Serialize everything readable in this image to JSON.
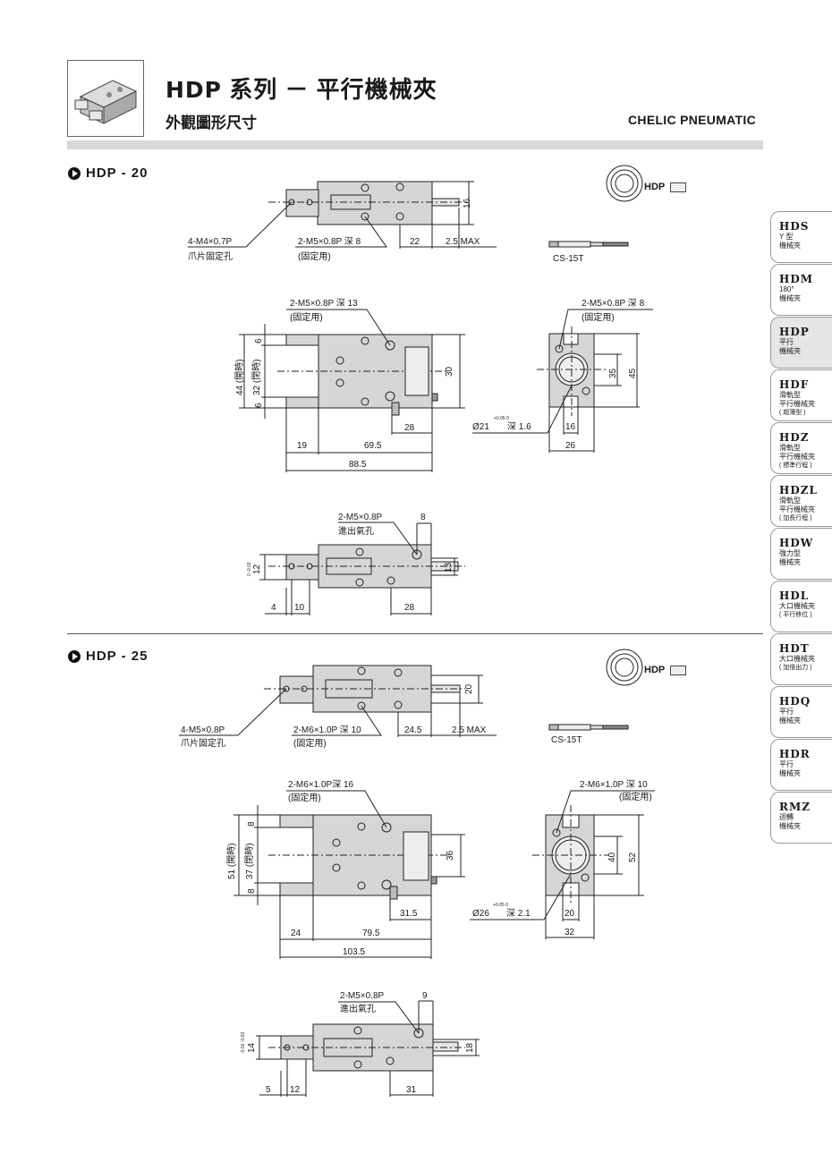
{
  "header": {
    "model": "HDP",
    "title_rest": "系列 － 平行機械夾",
    "subtitle": "外觀圖形尺寸",
    "brand": "CHELIC PNEUMATIC"
  },
  "sections": [
    {
      "heading": "HDP - 20",
      "sensor_badge": "HDP",
      "sensor_model": "CS-15T",
      "labels": {
        "claw_hole": "4-M4×0.7P",
        "claw_hole_desc": "爪片固定孔",
        "top_fix": "2-M5×0.8P 深 8",
        "top_fix_desc": "(固定用)",
        "dim_22": "22",
        "dim_stroke": "2.5 MAX",
        "dim_16": "16",
        "front_fix": "2-M5×0.8P 深 13",
        "front_fix_desc": "(固定用)",
        "open_44": "44 (開時)",
        "close_32": "32 (閉時)",
        "dim_6a": "6",
        "dim_6b": "6",
        "dim_30": "30",
        "dim_28a": "28",
        "dim_19": "19",
        "dim_695": "69.5",
        "dim_885": "88.5",
        "side_fix": "2-M5×0.8P 深 8",
        "side_fix_desc": "(固定用)",
        "dim_35": "35",
        "dim_45": "45",
        "dia": "Ø21",
        "dia_tol": "+0.05 0",
        "depth": "深 1.6",
        "dim_16b": "16",
        "dim_26": "26",
        "port": "2-M5×0.8P",
        "port_desc": "進出氣孔",
        "dim_8": "8",
        "dim_12": "12",
        "dim_12_tol": "0 -0.03",
        "dim_13": "13",
        "dim_4": "4",
        "dim_10": "10",
        "dim_28b": "28"
      }
    },
    {
      "heading": "HDP - 25",
      "sensor_badge": "HDP",
      "sensor_model": "CS-15T",
      "labels": {
        "claw_hole": "4-M5×0.8P",
        "claw_hole_desc": "爪片固定孔",
        "top_fix": "2-M6×1.0P 深 10",
        "top_fix_desc": "(固定用)",
        "dim_245": "24.5",
        "dim_stroke": "2.5 MAX",
        "dim_20": "20",
        "front_fix": "2-M6×1.0P深 16",
        "front_fix_desc": "(固定用)",
        "open_51": "51 (開時)",
        "close_37": "37 (閉時)",
        "dim_8a": "8",
        "dim_8b": "8",
        "dim_36": "36",
        "dim_315": "31.5",
        "dim_24": "24",
        "dim_795": "79.5",
        "dim_1035": "103.5",
        "side_fix": "2-M6×1.0P 深 10",
        "side_fix_desc": "(固定用)",
        "dim_40": "40",
        "dim_52": "52",
        "dia": "Ø26",
        "dia_tol": "+0.05 0",
        "depth": "深  2.1",
        "dim_20b": "20",
        "dim_32": "32",
        "port": "2-M5×0.8P",
        "port_desc": "進出氣孔",
        "dim_9": "9",
        "dim_14": "14",
        "dim_14_tol": "-0.01 -0.03",
        "dim_18": "18",
        "dim_5": "5",
        "dim_12": "12",
        "dim_31": "31"
      }
    }
  ],
  "side_tabs": [
    {
      "code": "HDS",
      "l1": "Y 型",
      "l2": "機械夾",
      "l3": ""
    },
    {
      "code": "HDM",
      "l1": "180°",
      "l2": "機械夾",
      "l3": ""
    },
    {
      "code": "HDP",
      "l1": "平行",
      "l2": "機械夾",
      "l3": "",
      "active": true
    },
    {
      "code": "HDF",
      "l1": "滑軌型",
      "l2": "平行機械夾",
      "l3": "( 超薄型 )"
    },
    {
      "code": "HDZ",
      "l1": "滑軌型",
      "l2": "平行機械夾",
      "l3": "( 標準行程 )"
    },
    {
      "code": "HDZL",
      "l1": "滑軌型",
      "l2": "平行機械夾",
      "l3": "( 加長行程 )"
    },
    {
      "code": "HDW",
      "l1": "強力型",
      "l2": "機械夾",
      "l3": ""
    },
    {
      "code": "HDL",
      "l1": "大口機械夾",
      "l2": "( 平行移位 )",
      "l3": ""
    },
    {
      "code": "HDT",
      "l1": "大口機械夾",
      "l2": "( 加倍出力 )",
      "l3": ""
    },
    {
      "code": "HDQ",
      "l1": "平行",
      "l2": "機械夾",
      "l3": ""
    },
    {
      "code": "HDR",
      "l1": "平行",
      "l2": "機械夾",
      "l3": ""
    },
    {
      "code": "RMZ",
      "l1": "迴轉",
      "l2": "機械夾",
      "l3": ""
    }
  ]
}
